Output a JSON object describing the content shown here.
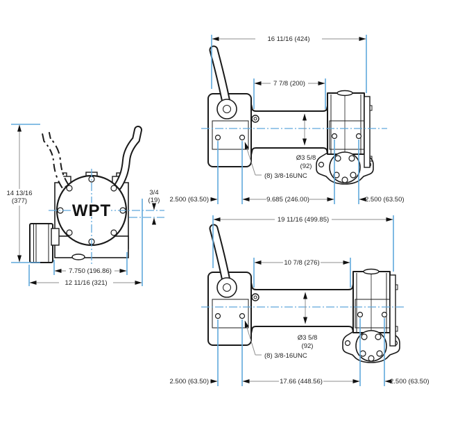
{
  "drawing": {
    "brand_label": "WPT",
    "colors": {
      "outline": "#1a1a1a",
      "extension_line": "#5fa8dc",
      "dimension_line": "#8c8c8c",
      "text": "#1f1f1f",
      "background": "#ffffff"
    },
    "front_view": {
      "overall_height": "14 13/16",
      "overall_height_mm": "(377)",
      "offset": "3/4",
      "offset_mm": "(19)",
      "mount_width": "7.750 (196.86)",
      "overall_width": "12 11/16 (321)"
    },
    "side_view_short": {
      "overall_length": "16 11/16 (424)",
      "body_length": "7 7/8 (200)",
      "bore_dia": "Ø3 5/8",
      "bore_dia_mm": "(92)",
      "tap_note": "(8) 3/8-16UNC",
      "left_hole_offset": "2.500 (63.50)",
      "hole_span": "9.685 (246.00)",
      "right_hole_offset": "2.500 (63.50)"
    },
    "side_view_long": {
      "overall_length": "19 11/16 (499.85)",
      "body_length": "10 7/8 (276)",
      "bore_dia": "Ø3 5/8",
      "bore_dia_mm": "(92)",
      "tap_note": "(8) 3/8-16UNC",
      "left_hole_offset": "2.500 (63.50)",
      "hole_span": "17.66 (448.56)",
      "right_hole_offset": "2.500 (63.50)"
    }
  }
}
